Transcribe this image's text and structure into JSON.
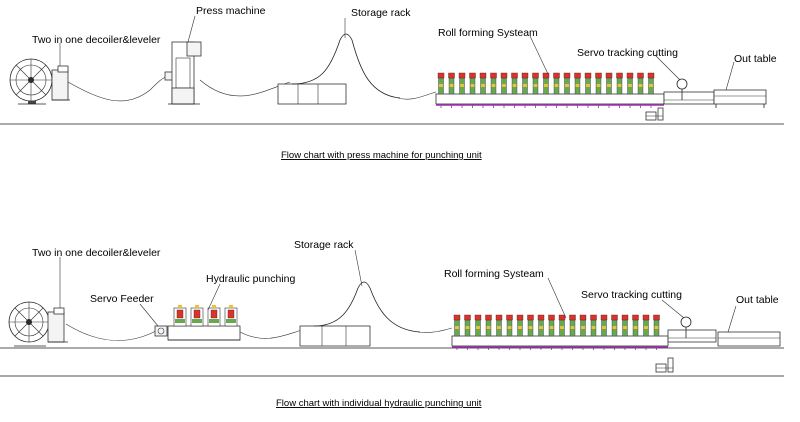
{
  "diagram1": {
    "labels": {
      "decoiler": "Two in one decoiler&leveler",
      "press": "Press machine",
      "storage": "Storage rack",
      "rollforming": "Roll forming Systeam",
      "servo_cut": "Servo tracking cutting",
      "outtable": "Out table"
    },
    "caption": "Flow chart with press machine for punching unit"
  },
  "diagram2": {
    "labels": {
      "decoiler": "Two in one decoiler&leveler",
      "feeder": "Servo Feeder",
      "hydraulic": "Hydraulic punching",
      "storage": "Storage rack",
      "rollforming": "Roll forming Systeam",
      "servo_cut": "Servo tracking cutting",
      "outtable": "Out table"
    },
    "caption": "Flow chart with individual hydraulic punching unit"
  },
  "colors": {
    "roller_red": "#d9342b",
    "roller_green": "#6aa84f",
    "roller_yellow": "#e8c33a",
    "base_purple": "#9b2fae"
  }
}
